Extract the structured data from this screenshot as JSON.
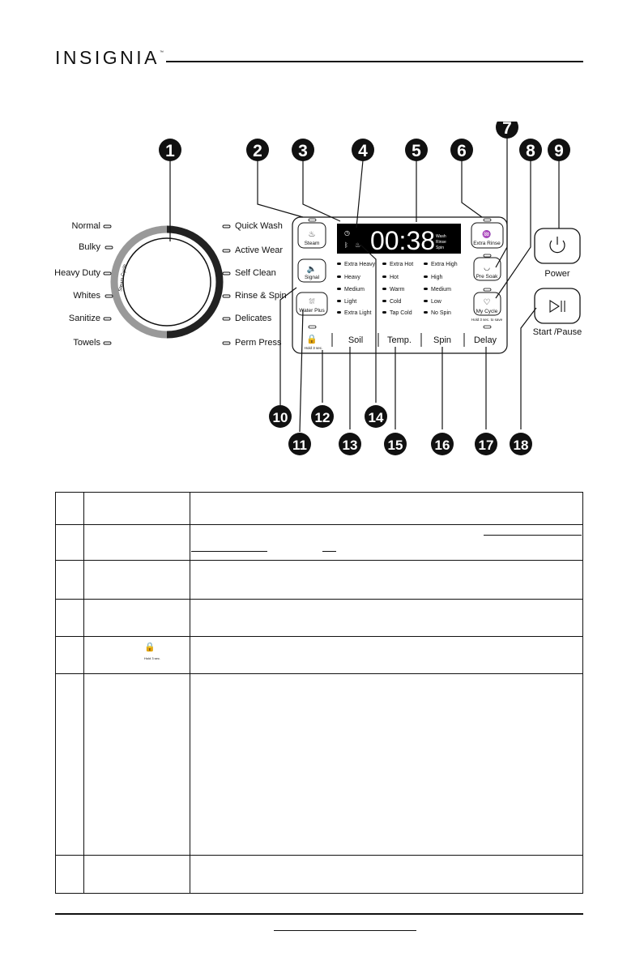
{
  "brand": {
    "name": "INSIGNIA",
    "tm": "™"
  },
  "dial": {
    "left_labels": [
      "Normal",
      "Bulky",
      "Heavy Duty",
      "Whites",
      "Sanitize",
      "Towels"
    ],
    "right_labels": [
      "Quick Wash",
      "Active Wear",
      "Self Clean",
      "Rinse & Spin",
      "Delicates",
      "Perm Press"
    ],
    "steam_cycle_label": "Steam Cycle"
  },
  "display": {
    "time": "00:38",
    "status": [
      "Wash",
      "Rinse",
      "Spin"
    ]
  },
  "buttons": {
    "steam": "Steam",
    "signal": "Signal",
    "water_plus": "Water Plus",
    "extra_rinse": "Extra Rinse",
    "pre_soak": "Pre Soak",
    "my_cycle": "My Cycle",
    "my_cycle_hint": "Hold 3 sec. to save",
    "lock_hint": "Hold 3 sec.",
    "power": "Power",
    "start_pause": "Start /Pause"
  },
  "options": {
    "soil": [
      "Extra Heavy",
      "Heavy",
      "Medium",
      "Light",
      "Extra Light"
    ],
    "temp": [
      "Extra Hot",
      "Hot",
      "Warm",
      "Cold",
      "Tap Cold"
    ],
    "spin": [
      "Extra High",
      "High",
      "Medium",
      "Low",
      "No Spin"
    ]
  },
  "selectors": [
    "Soil",
    "Temp.",
    "Spin",
    "Delay"
  ],
  "callouts": [
    "1",
    "2",
    "3",
    "4",
    "5",
    "6",
    "7",
    "8",
    "9",
    "10",
    "11",
    "12",
    "13",
    "14",
    "15",
    "16",
    "17",
    "18"
  ]
}
